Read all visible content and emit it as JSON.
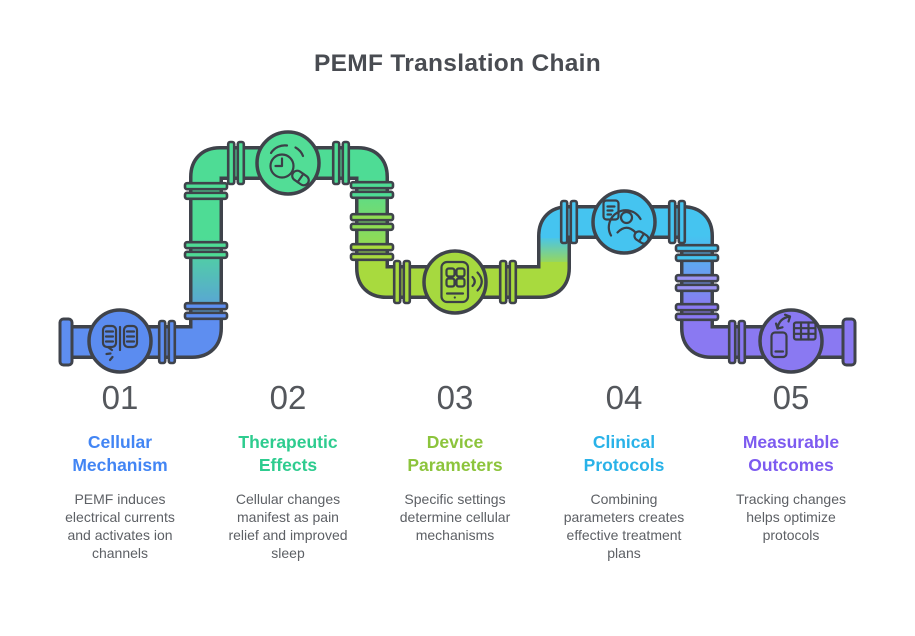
{
  "title": "PEMF Translation Chain",
  "steps": [
    {
      "number": "01",
      "title": "Cellular Mechanism",
      "description": "PEMF induces electrical currents and activates ion channels",
      "accent_color": "#4285f4",
      "node_color": "#5b8cf0",
      "icon": "ion-channels-icon"
    },
    {
      "number": "02",
      "title": "Therapeutic Effects",
      "description": "Cellular changes manifest as pain relief and improved sleep",
      "accent_color": "#2ecc8f",
      "node_color": "#52dd96",
      "icon": "clock-pill-icon"
    },
    {
      "number": "03",
      "title": "Device Parameters",
      "description": "Specific settings determine cellular mechanisms",
      "accent_color": "#8cc43c",
      "node_color": "#a6d93f",
      "icon": "device-signal-icon"
    },
    {
      "number": "04",
      "title": "Clinical Protocols",
      "description": "Combining parameters creates effective treatment plans",
      "accent_color": "#29b2e8",
      "node_color": "#45c4f0",
      "icon": "clipboard-person-pill-icon"
    },
    {
      "number": "05",
      "title": "Measurable Outcomes",
      "description": "Tracking changes helps optimize protocols",
      "accent_color": "#7d5bf0",
      "node_color": "#8a79f2",
      "icon": "sync-devices-icon"
    }
  ],
  "pipe_colors": {
    "blue": "#5e8ef0",
    "green": "#4edc95",
    "lime": "#a8da3e",
    "cyan": "#45c4f0",
    "purple": "#8a79f2",
    "outline": "#3f434b"
  },
  "background_color": "#ffffff"
}
